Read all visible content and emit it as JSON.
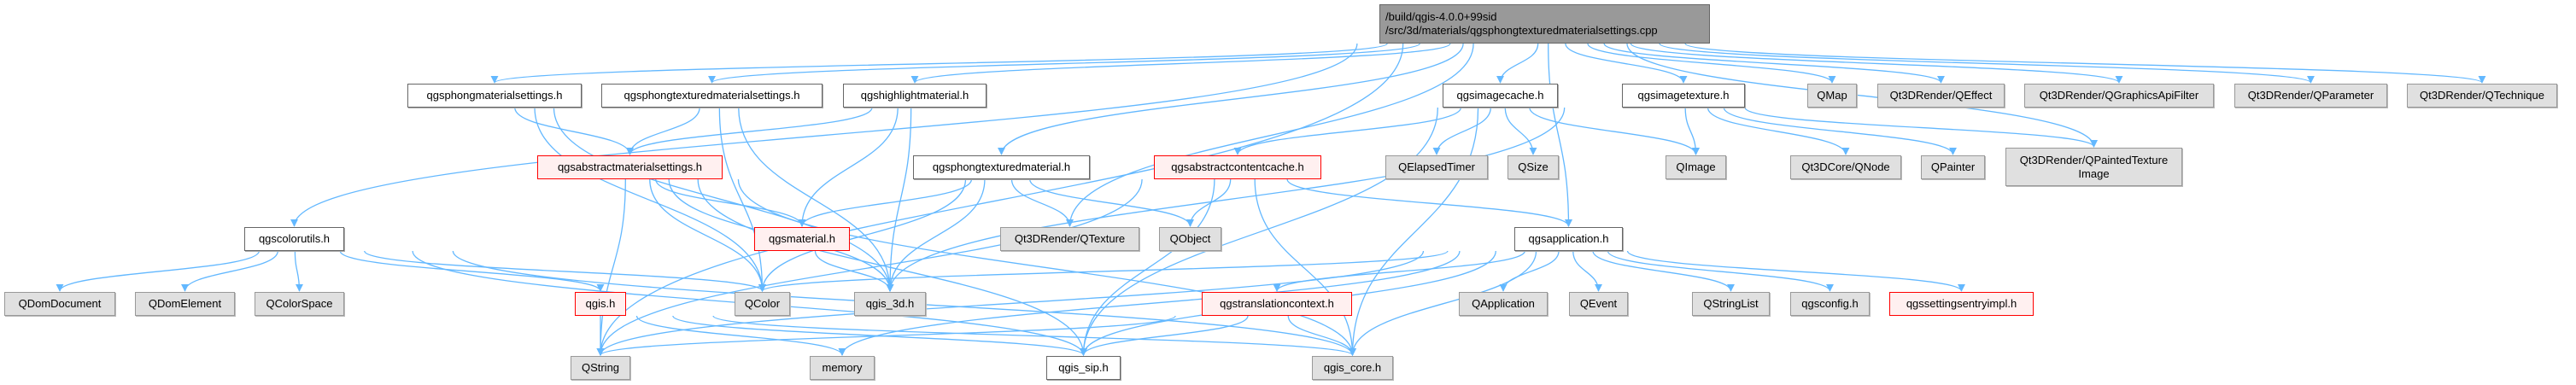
{
  "graph": {
    "title": "/build/qgis-4.0.0+99sid\n/src/3d/materials/qgsphongtexturedmaterialsettings.cpp",
    "edge_color": "#63b8ff",
    "nodes": [
      {
        "id": "root",
        "label": "/build/qgis-4.0.0+99sid\n/src/3d/materials/qgsphongtexturedmaterialsettings.cpp",
        "kind": "root"
      },
      {
        "id": "phongmat",
        "label": "qgsphongmaterialsettings.h",
        "kind": "white"
      },
      {
        "id": "phongtexset",
        "label": "qgsphongtexturedmaterialsettings.h",
        "kind": "white"
      },
      {
        "id": "highlight",
        "label": "qgshighlightmaterial.h",
        "kind": "white"
      },
      {
        "id": "imagecache",
        "label": "qgsimagecache.h",
        "kind": "white"
      },
      {
        "id": "imagetexture",
        "label": "qgsimagetexture.h",
        "kind": "white"
      },
      {
        "id": "qmap",
        "label": "QMap",
        "kind": "gray"
      },
      {
        "id": "qeffect",
        "label": "Qt3DRender/QEffect",
        "kind": "gray"
      },
      {
        "id": "qgfx",
        "label": "Qt3DRender/QGraphicsApiFilter",
        "kind": "gray"
      },
      {
        "id": "qparam",
        "label": "Qt3DRender/QParameter",
        "kind": "gray"
      },
      {
        "id": "qtech",
        "label": "Qt3DRender/QTechnique",
        "kind": "gray"
      },
      {
        "id": "absmat",
        "label": "qgsabstractmaterialsettings.h",
        "kind": "red"
      },
      {
        "id": "phongtexmat",
        "label": "qgsphongtexturedmaterial.h",
        "kind": "white"
      },
      {
        "id": "abscache",
        "label": "qgsabstractcontentcache.h",
        "kind": "red"
      },
      {
        "id": "qelapsed",
        "label": "QElapsedTimer",
        "kind": "gray"
      },
      {
        "id": "qsize",
        "label": "QSize",
        "kind": "gray"
      },
      {
        "id": "qimage",
        "label": "QImage",
        "kind": "gray"
      },
      {
        "id": "qnode",
        "label": "Qt3DCore/QNode",
        "kind": "gray"
      },
      {
        "id": "qpainter",
        "label": "QPainter",
        "kind": "gray"
      },
      {
        "id": "qpainted",
        "label": "Qt3DRender/QPaintedTexture\nImage",
        "kind": "gray"
      },
      {
        "id": "colorutils",
        "label": "qgscolorutils.h",
        "kind": "white"
      },
      {
        "id": "material",
        "label": "qgsmaterial.h",
        "kind": "red"
      },
      {
        "id": "qtexture",
        "label": "Qt3DRender/QTexture",
        "kind": "gray"
      },
      {
        "id": "qobject",
        "label": "QObject",
        "kind": "gray"
      },
      {
        "id": "application",
        "label": "qgsapplication.h",
        "kind": "white"
      },
      {
        "id": "qdomdoc",
        "label": "QDomDocument",
        "kind": "gray"
      },
      {
        "id": "qdomel",
        "label": "QDomElement",
        "kind": "gray"
      },
      {
        "id": "qcolorspace",
        "label": "QColorSpace",
        "kind": "gray"
      },
      {
        "id": "qgis",
        "label": "qgis.h",
        "kind": "red"
      },
      {
        "id": "qcolor",
        "label": "QColor",
        "kind": "gray"
      },
      {
        "id": "qgis3d",
        "label": "qgis_3d.h",
        "kind": "gray"
      },
      {
        "id": "translation",
        "label": "qgstranslationcontext.h",
        "kind": "red"
      },
      {
        "id": "qapplication",
        "label": "QApplication",
        "kind": "gray"
      },
      {
        "id": "qevent",
        "label": "QEvent",
        "kind": "gray"
      },
      {
        "id": "qstringlist",
        "label": "QStringList",
        "kind": "gray"
      },
      {
        "id": "qgsconfig",
        "label": "qgsconfig.h",
        "kind": "gray"
      },
      {
        "id": "settingsentry",
        "label": "qgssettingsentryimpl.h",
        "kind": "red"
      },
      {
        "id": "qstring",
        "label": "QString",
        "kind": "gray"
      },
      {
        "id": "memory",
        "label": "memory",
        "kind": "gray"
      },
      {
        "id": "qgissip",
        "label": "qgis_sip.h",
        "kind": "white"
      },
      {
        "id": "qgiscore",
        "label": "qgis_core.h",
        "kind": "gray"
      }
    ],
    "edges": [
      [
        "root",
        "colorutils"
      ],
      [
        "root",
        "qstring"
      ],
      [
        "root",
        "phongmat"
      ],
      [
        "root",
        "phongtexset"
      ],
      [
        "root",
        "highlight"
      ],
      [
        "root",
        "phongtexmat"
      ],
      [
        "root",
        "qtexture"
      ],
      [
        "root",
        "imagecache"
      ],
      [
        "root",
        "application"
      ],
      [
        "root",
        "imagetexture"
      ],
      [
        "root",
        "qmap"
      ],
      [
        "root",
        "qeffect"
      ],
      [
        "root",
        "qgfx"
      ],
      [
        "root",
        "qparam"
      ],
      [
        "root",
        "qtech"
      ],
      [
        "root",
        "qpainted"
      ],
      [
        "phongmat",
        "absmat"
      ],
      [
        "phongmat",
        "qcolor"
      ],
      [
        "phongmat",
        "qgis3d"
      ],
      [
        "phongtexset",
        "absmat"
      ],
      [
        "phongtexset",
        "qcolor"
      ],
      [
        "phongtexset",
        "qgis3d"
      ],
      [
        "highlight",
        "absmat"
      ],
      [
        "highlight",
        "material"
      ],
      [
        "highlight",
        "qgis3d"
      ],
      [
        "absmat",
        "material"
      ],
      [
        "absmat",
        "qstring"
      ],
      [
        "absmat",
        "qcolor"
      ],
      [
        "absmat",
        "qgis3d"
      ],
      [
        "absmat",
        "qgissip"
      ],
      [
        "absmat",
        "qgiscore"
      ],
      [
        "material",
        "qgis3d"
      ],
      [
        "phongtexmat",
        "material"
      ],
      [
        "phongtexmat",
        "qcolor"
      ],
      [
        "phongtexmat",
        "qgis3d"
      ],
      [
        "phongtexmat",
        "qtexture"
      ],
      [
        "phongtexmat",
        "qobject"
      ],
      [
        "colorutils",
        "qdomdoc"
      ],
      [
        "colorutils",
        "qdomel"
      ],
      [
        "colorutils",
        "qcolorspace"
      ],
      [
        "colorutils",
        "qgis"
      ],
      [
        "colorutils",
        "qcolor"
      ],
      [
        "colorutils",
        "qgissip"
      ],
      [
        "colorutils",
        "qgiscore"
      ],
      [
        "qgis",
        "qstring"
      ],
      [
        "qgis",
        "memory"
      ],
      [
        "qgis",
        "qgissip"
      ],
      [
        "qgis",
        "qgiscore"
      ],
      [
        "imagecache",
        "abscache"
      ],
      [
        "imagecache",
        "qelapsed"
      ],
      [
        "imagecache",
        "qsize"
      ],
      [
        "imagecache",
        "qimage"
      ],
      [
        "imagecache",
        "qgissip"
      ],
      [
        "imagecache",
        "qgiscore"
      ],
      [
        "abscache",
        "qobject"
      ],
      [
        "abscache",
        "application"
      ],
      [
        "abscache",
        "qgissip"
      ],
      [
        "abscache",
        "qgiscore"
      ],
      [
        "abscache",
        "qstring"
      ],
      [
        "application",
        "qapplication"
      ],
      [
        "application",
        "qevent"
      ],
      [
        "application",
        "qstringlist"
      ],
      [
        "application",
        "qgsconfig"
      ],
      [
        "application",
        "settingsentry"
      ],
      [
        "application",
        "translation"
      ],
      [
        "application",
        "qcolor"
      ],
      [
        "application",
        "qstring"
      ],
      [
        "application",
        "memory"
      ],
      [
        "application",
        "qgissip"
      ],
      [
        "application",
        "qgiscore"
      ],
      [
        "translation",
        "qgissip"
      ],
      [
        "translation",
        "qgiscore"
      ],
      [
        "translation",
        "qstring"
      ],
      [
        "imagetexture",
        "qimage"
      ],
      [
        "imagetexture",
        "qnode"
      ],
      [
        "imagetexture",
        "qpainter"
      ],
      [
        "imagetexture",
        "qpainted"
      ],
      [
        "imagetexture",
        "qgis3d"
      ]
    ]
  }
}
